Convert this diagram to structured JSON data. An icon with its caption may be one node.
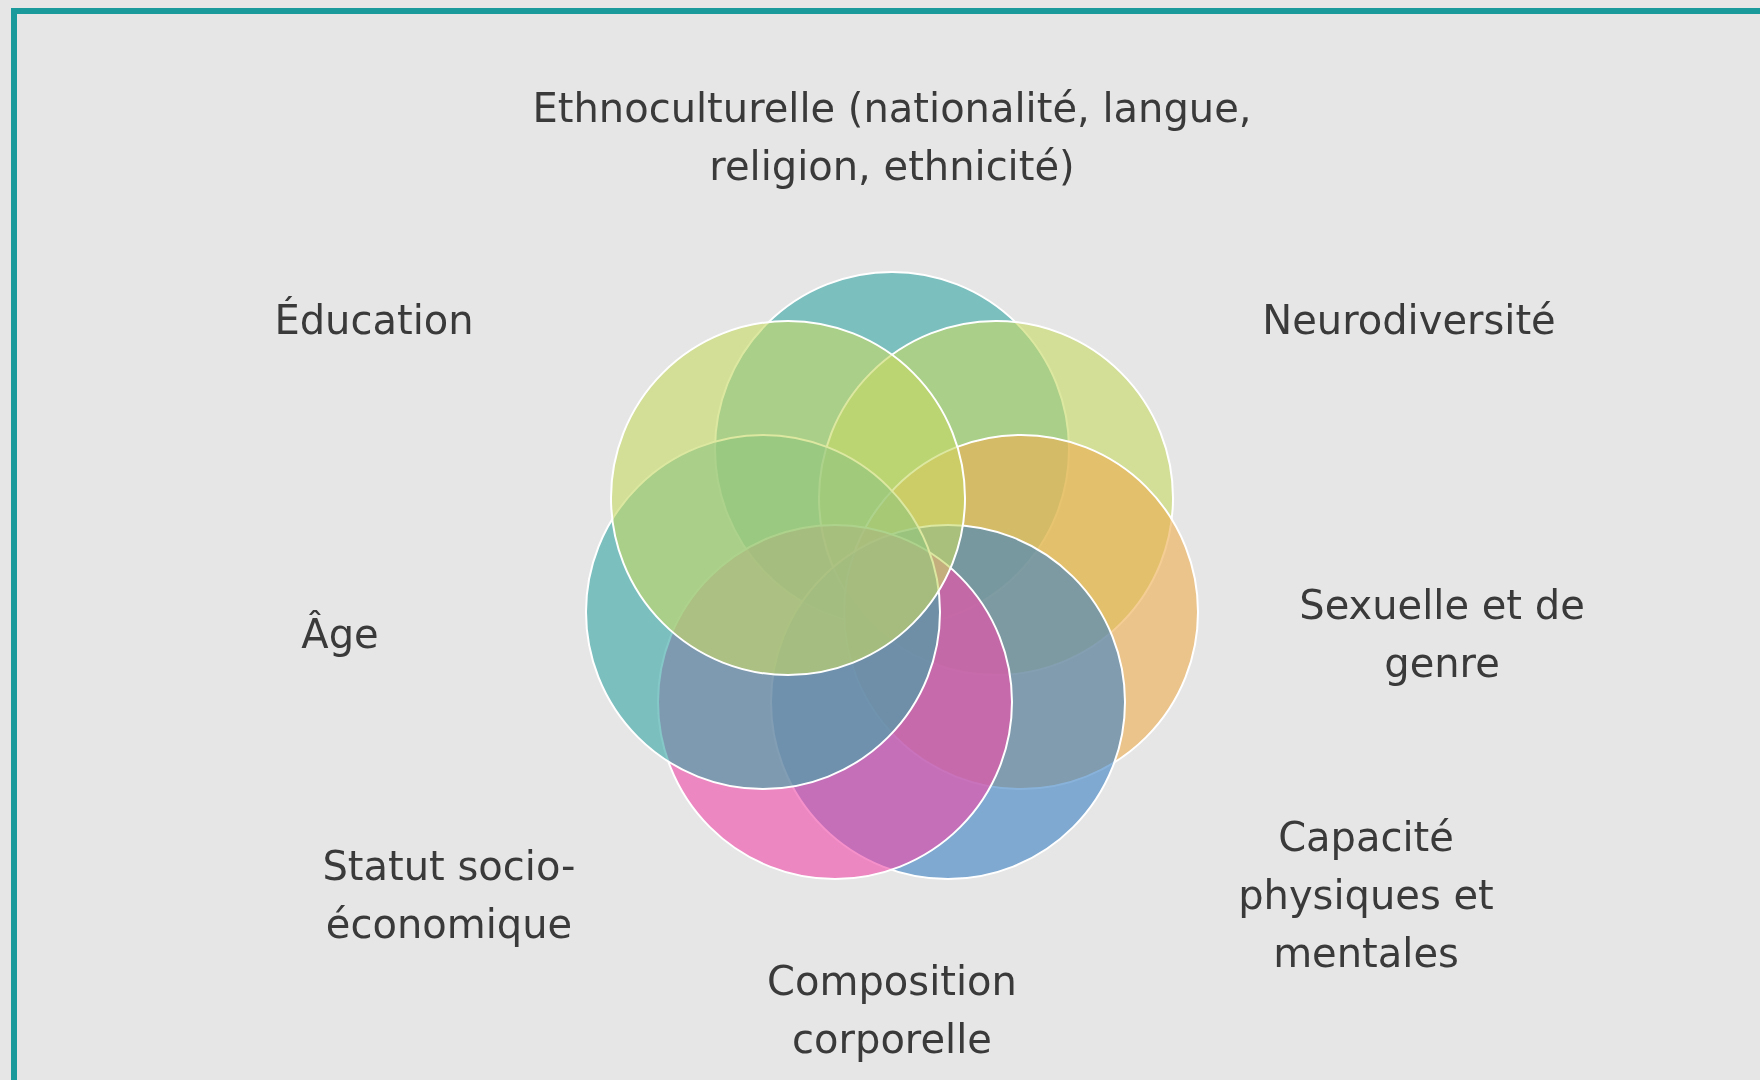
{
  "diagram": {
    "labels": [
      "Ethnoculturelle (nationalité, langue, religion, ethnicité)",
      "Éducation",
      "Neurodiversité",
      "Âge",
      "Sexuelle et de genre",
      "Statut socio-économique",
      "Capacité physiques et mentales",
      "Composition corporelle"
    ]
  }
}
